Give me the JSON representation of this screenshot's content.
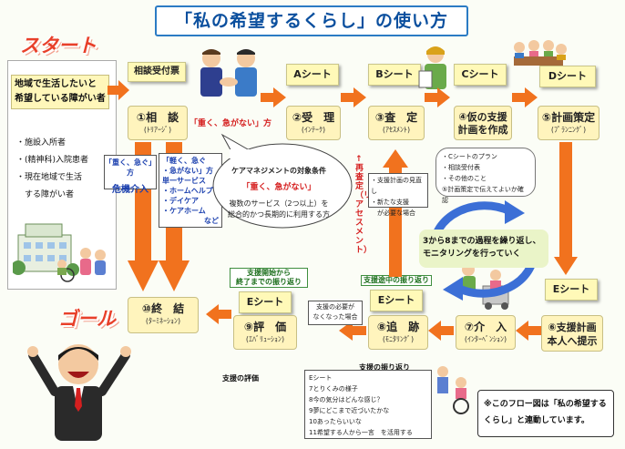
{
  "title": "「私の希望するくらし」の使い方",
  "start_label": "スタート",
  "goal_label": "ゴール",
  "intro": {
    "lines": [
      "地域で生活したいと",
      "希望している障がい者"
    ],
    "bullets": [
      "・施設入所者",
      "・(精神科)入院患者",
      "・現在地域で生活",
      "　する障がい者"
    ]
  },
  "notes": {
    "consult_sheet": "相談受付票",
    "a_sheet": "Aシート",
    "b_sheet": "Bシート",
    "c_sheet": "Cシート",
    "d_sheet": "Dシート",
    "e_sheet_right": "Eシート",
    "e_sheet_mid": "Eシート",
    "e_sheet_left": "Eシート"
  },
  "steps": {
    "s1": {
      "num": "①相　談",
      "sub": "(ﾄﾘｱｰｼﾞ)"
    },
    "s2": {
      "num": "②受　理",
      "sub": "(ｲﾝﾃｰｸ)"
    },
    "s3": {
      "num": "③査　定",
      "sub": "(ｱｾｽﾒﾝﾄ)"
    },
    "s4": {
      "num": "④仮の支援",
      "sub": "計画を作成"
    },
    "s5": {
      "num": "⑤計画策定",
      "sub": "(ﾌﾟﾗﾝﾆﾝｸﾞ)"
    },
    "s6": {
      "num": "⑥支援計画",
      "sub": "本人へ提示"
    },
    "s7": {
      "num": "⑦介　入",
      "sub": "(ｲﾝﾀｰﾍﾞﾝｼｮﾝ)"
    },
    "s8": {
      "num": "⑧追　跡",
      "sub": "(ﾓﾆﾀﾘﾝｸﾞ)"
    },
    "s9": {
      "num": "⑨評　価",
      "sub": "(ｴﾊﾞﾘｭｰｼｮﾝ)"
    },
    "s10": {
      "num": "⑩終　結",
      "sub": "(ﾀｰﾐﾈｰｼｮﾝ)"
    }
  },
  "urgent_text": "「重く、急がない」方",
  "crisis_box": {
    "head": "「重く、急ぐ」方",
    "body": "危機介入"
  },
  "light_box": {
    "head": "「軽く、急ぐ",
    "head2": "・急がない」方",
    "title": "単一サービス",
    "items": [
      "・ホームヘルプ",
      "・デイケア",
      "・ケアホーム",
      "など"
    ]
  },
  "bubble": {
    "title": "ケアマネジメントの対象条件",
    "emph": "「重く、急がない」",
    "body1": "複数のサービス（2つ以上）を",
    "body2": "総合的かつ長期的に利用する方"
  },
  "reassess_label": "↑再査定（リアセスメント）",
  "reassess_box": [
    "・支援計画の見直し",
    "・新たな支援",
    "　が必要な場合"
  ],
  "c_list": [
    "・Cシートのプラン",
    "・相談受付表",
    "・その他のこと",
    "⑤計画策定で伝えてよいか確認"
  ],
  "cycle_text": [
    "3から8までの過程を繰り返し、",
    "モニタリングを行っていく"
  ],
  "tags": {
    "support_from": "支援開始から",
    "support_end": "終了までの振り返り",
    "mid_review": "支援途中の振り返り",
    "support_review": "支援の振り返り",
    "eval_label": "支援の評価"
  },
  "unneeded_box": [
    "支援の必要が",
    "なくなった場合"
  ],
  "e_list": [
    "Eシート",
    "7とりくみの様子",
    "8今の気分はどんな感じ？",
    "9夢にどこまで近づいたかな",
    "10あったらいいな",
    "11希望する人から一言　を活用する"
  ],
  "footer_note": [
    "※このフロー図は「私の希望する",
    "くらし」と連動しています。"
  ],
  "colors": {
    "arrow": "#f1721e",
    "cycle": "#3c6fd6",
    "title": "#0a4f9e",
    "accent_red": "#e8402a"
  },
  "icons": [
    "building-illustration",
    "people-illustration",
    "cheering-man-illustration",
    "handshake-illustration",
    "meeting-illustration",
    "wheelchair-illustration"
  ]
}
